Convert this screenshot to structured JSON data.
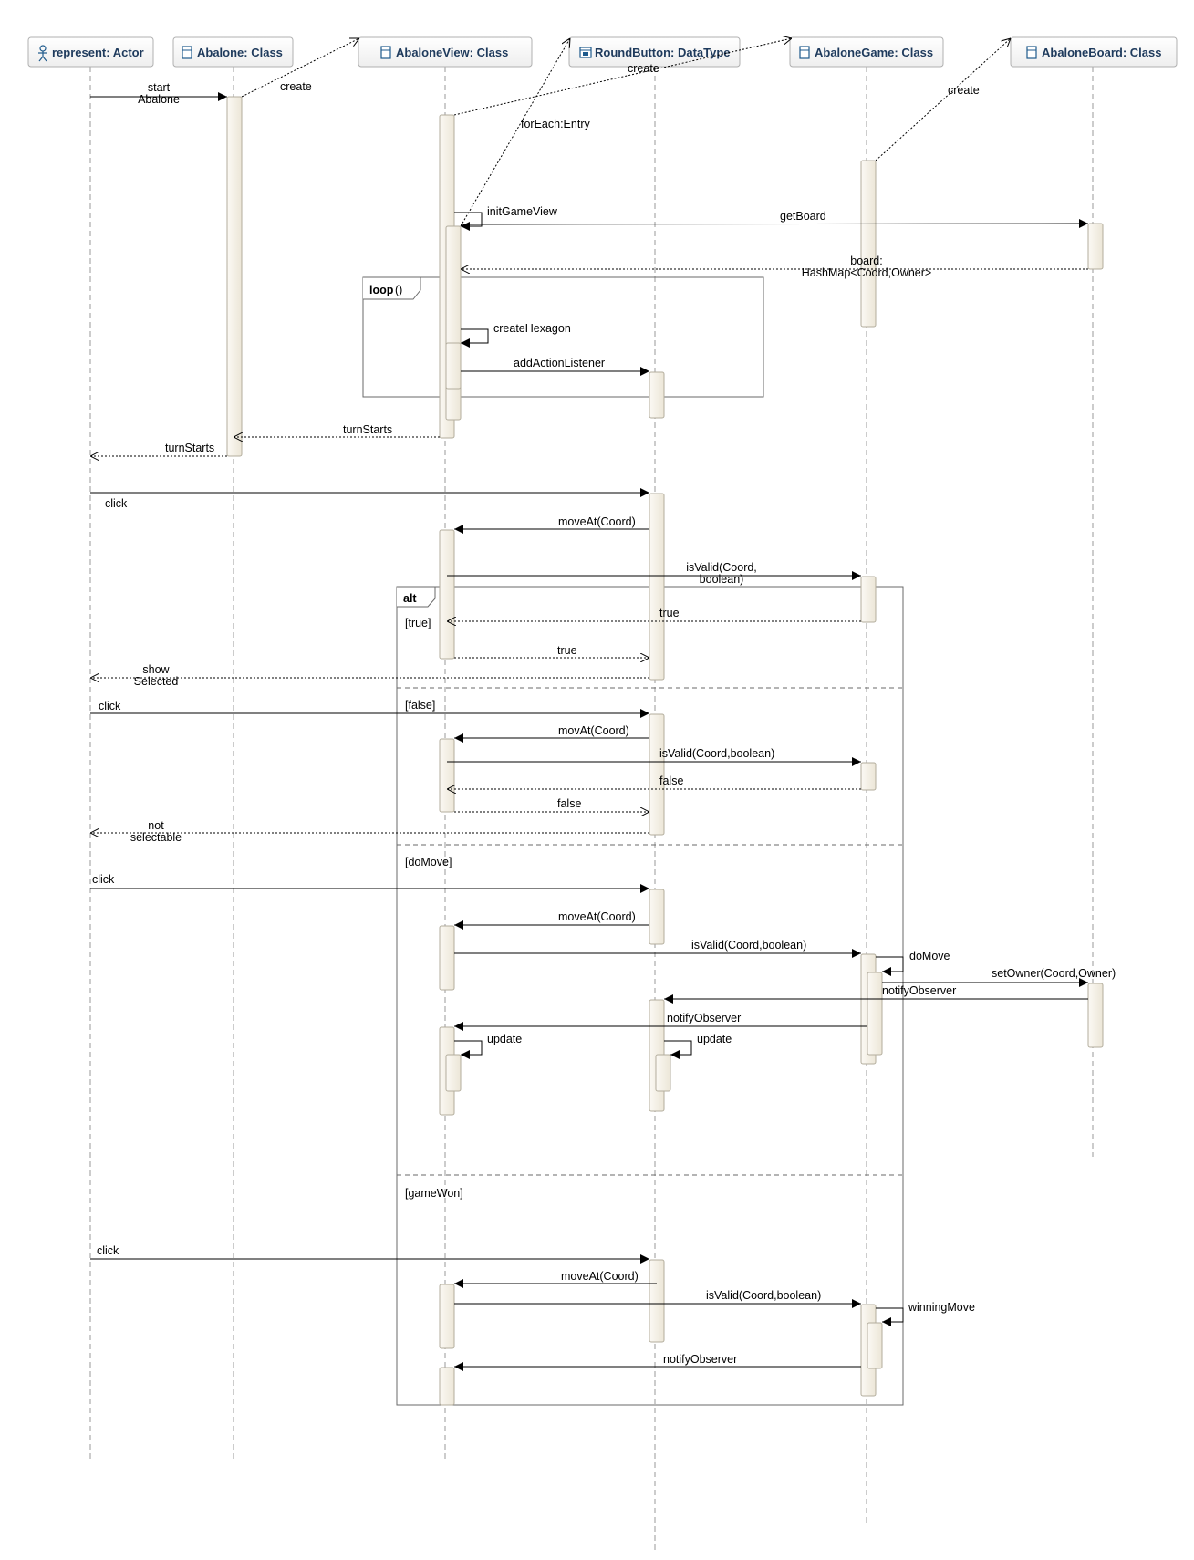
{
  "lifelines": [
    {
      "id": "actor",
      "label": "represent: Actor",
      "icon": "actor-icon"
    },
    {
      "id": "abalone",
      "label": "Abalone: Class",
      "icon": "class-icon"
    },
    {
      "id": "view",
      "label": "AbaloneView: Class",
      "icon": "class-icon"
    },
    {
      "id": "button",
      "label": "RoundButton: DataType",
      "icon": "datatype-icon"
    },
    {
      "id": "game",
      "label": "AbaloneGame: Class",
      "icon": "class-icon"
    },
    {
      "id": "board",
      "label": "AbaloneBoard: Class",
      "icon": "class-icon"
    }
  ],
  "messages": {
    "start_abalone": [
      "start",
      "Abalone"
    ],
    "create_abalone": "create",
    "create_button": "create",
    "foreach_entry": "forEach:Entry",
    "create_board": "create",
    "init_game_view": "initGameView",
    "get_board": "getBoard",
    "board_return": [
      "board:",
      "HashMap<Coord,Owner>"
    ],
    "create_hexagon": "createHexagon",
    "add_action_listener": "addActionListener",
    "turn_starts_view": "turnStarts",
    "turn_starts_abalone": "turnStarts",
    "click_1": "click",
    "move_at_1": "moveAt(Coord)",
    "is_valid_1": [
      "isValid(Coord,",
      "boolean)"
    ],
    "true_return_game": "true",
    "true_return_view": "true",
    "show_selected": [
      "show",
      "Selected"
    ],
    "click_2": "click",
    "mov_at_2": "movAt(Coord)",
    "is_valid_2": "isValid(Coord,boolean)",
    "false_return_game": "false",
    "false_return_view": "false",
    "not_selectable": [
      "not",
      "selectable"
    ],
    "click_3": "click",
    "move_at_3": "moveAt(Coord)",
    "is_valid_3": "isValid(Coord,boolean)",
    "do_move": "doMove",
    "set_owner": "setOwner(Coord,Owner)",
    "notify_observer_board": "notifyObserver",
    "notify_observer_game": "notifyObserver",
    "update_view": "update",
    "update_button": "update",
    "click_4": "click",
    "move_at_4": "moveAt(Coord)",
    "is_valid_4": "isValid(Coord,boolean)",
    "winning_move": "winningMove",
    "notify_observer_4": "notifyObserver"
  },
  "fragments": {
    "loop": {
      "keyword": "loop",
      "suffix": "()"
    },
    "alt": {
      "keyword": "alt",
      "guards": [
        "[true]",
        "[false]",
        "[doMove]",
        "[gameWon]"
      ]
    }
  },
  "colors": {
    "header_text": "#1e3a5c",
    "header_border": "#b0b0b0",
    "activation_fill": "#f1ede3",
    "activation_border": "#b3ad9d",
    "lifeline": "#999999",
    "fragment_border": "#6a6a6a"
  }
}
